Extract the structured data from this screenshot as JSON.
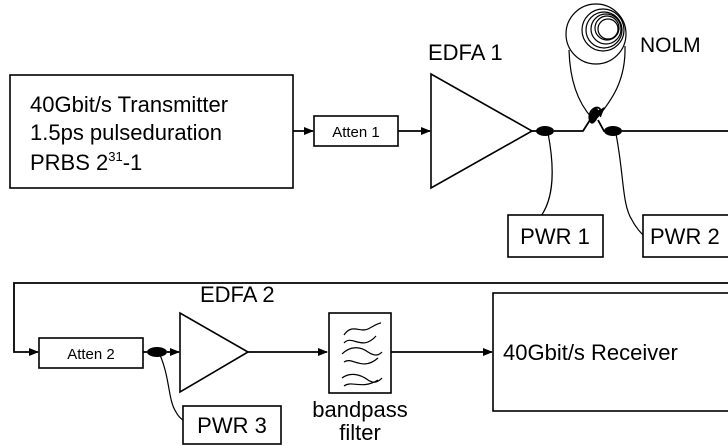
{
  "transmitter": {
    "line1": "40Gbit/s Transmitter",
    "line2": "1.5ps pulseduration",
    "line3_prefix": "PRBS 2",
    "line3_exp": "31",
    "line3_suffix": "-1"
  },
  "atten1": "Atten 1",
  "atten2": "Atten 2",
  "edfa1": "EDFA 1",
  "edfa2": "EDFA 2",
  "nolm": "NOLM",
  "pwr1": "PWR 1",
  "pwr2": "PWR 2",
  "pwr3": "PWR 3",
  "filter": {
    "line1": "bandpass",
    "line2": "filter"
  },
  "receiver": "40Gbit/s Receiver"
}
